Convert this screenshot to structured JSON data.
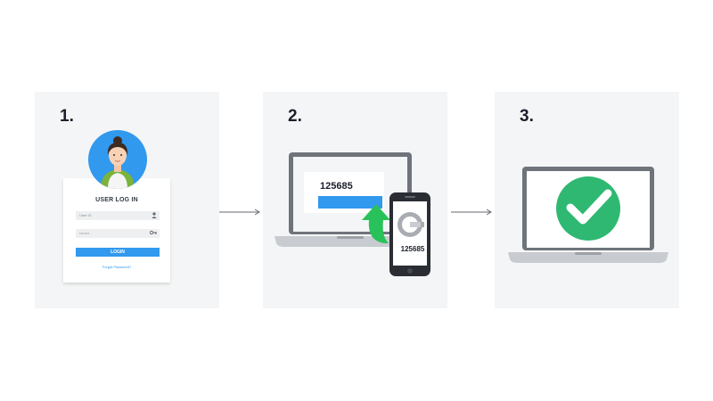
{
  "steps": [
    {
      "number": "1."
    },
    {
      "number": "2."
    },
    {
      "number": "3."
    }
  ],
  "login": {
    "title": "USER LOG IN",
    "user_placeholder": "User ID",
    "password_placeholder": "••••••••",
    "button_label": "LOGIN",
    "forgot_link": "Forgot Password?"
  },
  "verification": {
    "laptop_code": "125685",
    "phone_code": "125685"
  },
  "icons": {
    "user": "user-icon",
    "key": "key-icon",
    "check": "checkmark-icon"
  },
  "colors": {
    "panel_bg": "#f4f5f6",
    "accent_blue": "#3199ee",
    "accent_green": "#2fb872",
    "arrow_green": "#29c25a",
    "dark_text": "#1b1f2b"
  }
}
